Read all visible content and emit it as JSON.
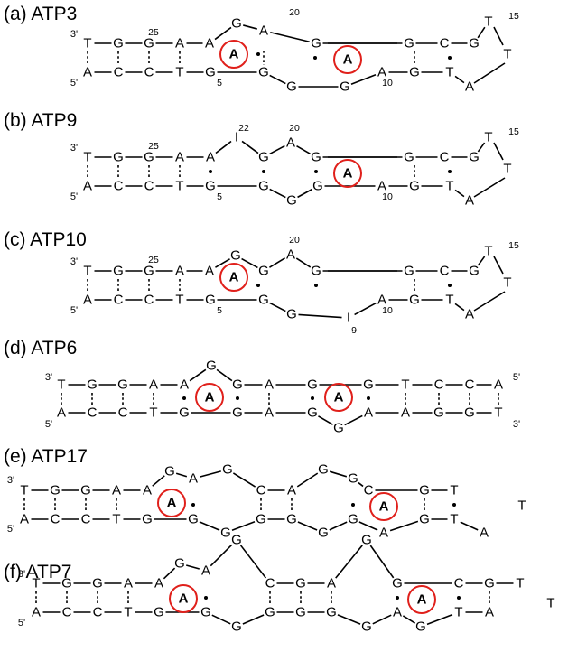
{
  "colors": {
    "ink": "#000000",
    "circle": "#e0201b"
  },
  "panels": [
    {
      "id": "a",
      "label": "(a) ATP3",
      "top": [
        "T",
        "G",
        "G",
        "A",
        "A",
        "G",
        "A",
        "G",
        "G",
        "C",
        "G",
        "T"
      ],
      "bottom": [
        "A",
        "C",
        "C",
        "T",
        "G",
        "G",
        "G",
        "G",
        "A",
        "G",
        "T",
        "A"
      ],
      "loop_mid": "T",
      "numbers": [
        "25",
        "20",
        "15",
        "5",
        "10"
      ],
      "ends": [
        "3'",
        "5'"
      ],
      "circled": [
        "A",
        "A"
      ]
    },
    {
      "id": "b",
      "label": "(b) ATP9",
      "top": [
        "T",
        "G",
        "G",
        "A",
        "A",
        "I",
        "G",
        "A",
        "G",
        "G",
        "C",
        "G",
        "T"
      ],
      "bottom": [
        "A",
        "C",
        "C",
        "T",
        "G",
        "G",
        "G",
        "G",
        "A",
        "G",
        "T",
        "A"
      ],
      "loop_mid": "T",
      "numbers": [
        "22",
        "25",
        "20",
        "15",
        "5",
        "10"
      ],
      "ends": [
        "3'",
        "5'"
      ],
      "circled": [
        "A"
      ]
    },
    {
      "id": "c",
      "label": "(c) ATP10",
      "top": [
        "T",
        "G",
        "G",
        "A",
        "A",
        "G",
        "G",
        "A",
        "G",
        "G",
        "C",
        "G",
        "T"
      ],
      "bottom": [
        "A",
        "C",
        "C",
        "T",
        "G",
        "G",
        "G",
        "I",
        "A",
        "G",
        "T",
        "A"
      ],
      "loop_mid": "T",
      "numbers": [
        "25",
        "20",
        "15",
        "5",
        "10",
        "9"
      ],
      "ends": [
        "3'",
        "5'"
      ],
      "circled": [
        "A"
      ]
    },
    {
      "id": "d",
      "label": "(d) ATP6",
      "top": [
        "T",
        "G",
        "G",
        "A",
        "A",
        "G",
        "G",
        "A",
        "G",
        "G",
        "T",
        "C",
        "C",
        "A"
      ],
      "bottom": [
        "A",
        "C",
        "C",
        "T",
        "G",
        "G",
        "A",
        "G",
        "G",
        "A",
        "A",
        "G",
        "G",
        "T"
      ],
      "ends": [
        "3'",
        "5'",
        "5'",
        "3'"
      ],
      "circled": [
        "A",
        "A"
      ]
    },
    {
      "id": "e",
      "label": "(e) ATP17",
      "top": [
        "T",
        "G",
        "G",
        "A",
        "A",
        "G",
        "A",
        "G",
        "C",
        "A",
        "G",
        "G",
        "C",
        "G",
        "T"
      ],
      "bottom": [
        "A",
        "C",
        "C",
        "T",
        "G",
        "G",
        "G",
        "G",
        "G",
        "G",
        "G",
        "A",
        "G",
        "T",
        "A"
      ],
      "loop_mid": "T",
      "ends": [
        "3'",
        "5'"
      ],
      "circled": [
        "A",
        "A"
      ]
    },
    {
      "id": "f",
      "label": "(f) ATP7",
      "top": [
        "T",
        "G",
        "G",
        "A",
        "A",
        "G",
        "A",
        "G",
        "C",
        "G",
        "A",
        "G",
        "G",
        "C",
        "G",
        "T"
      ],
      "bottom": [
        "A",
        "C",
        "C",
        "T",
        "G",
        "G",
        "G",
        "G",
        "G",
        "G",
        "G",
        "A",
        "G",
        "T",
        "A"
      ],
      "loop_mid": "T",
      "ends": [
        "3'",
        "5'"
      ],
      "circled": [
        "A",
        "A"
      ]
    }
  ]
}
